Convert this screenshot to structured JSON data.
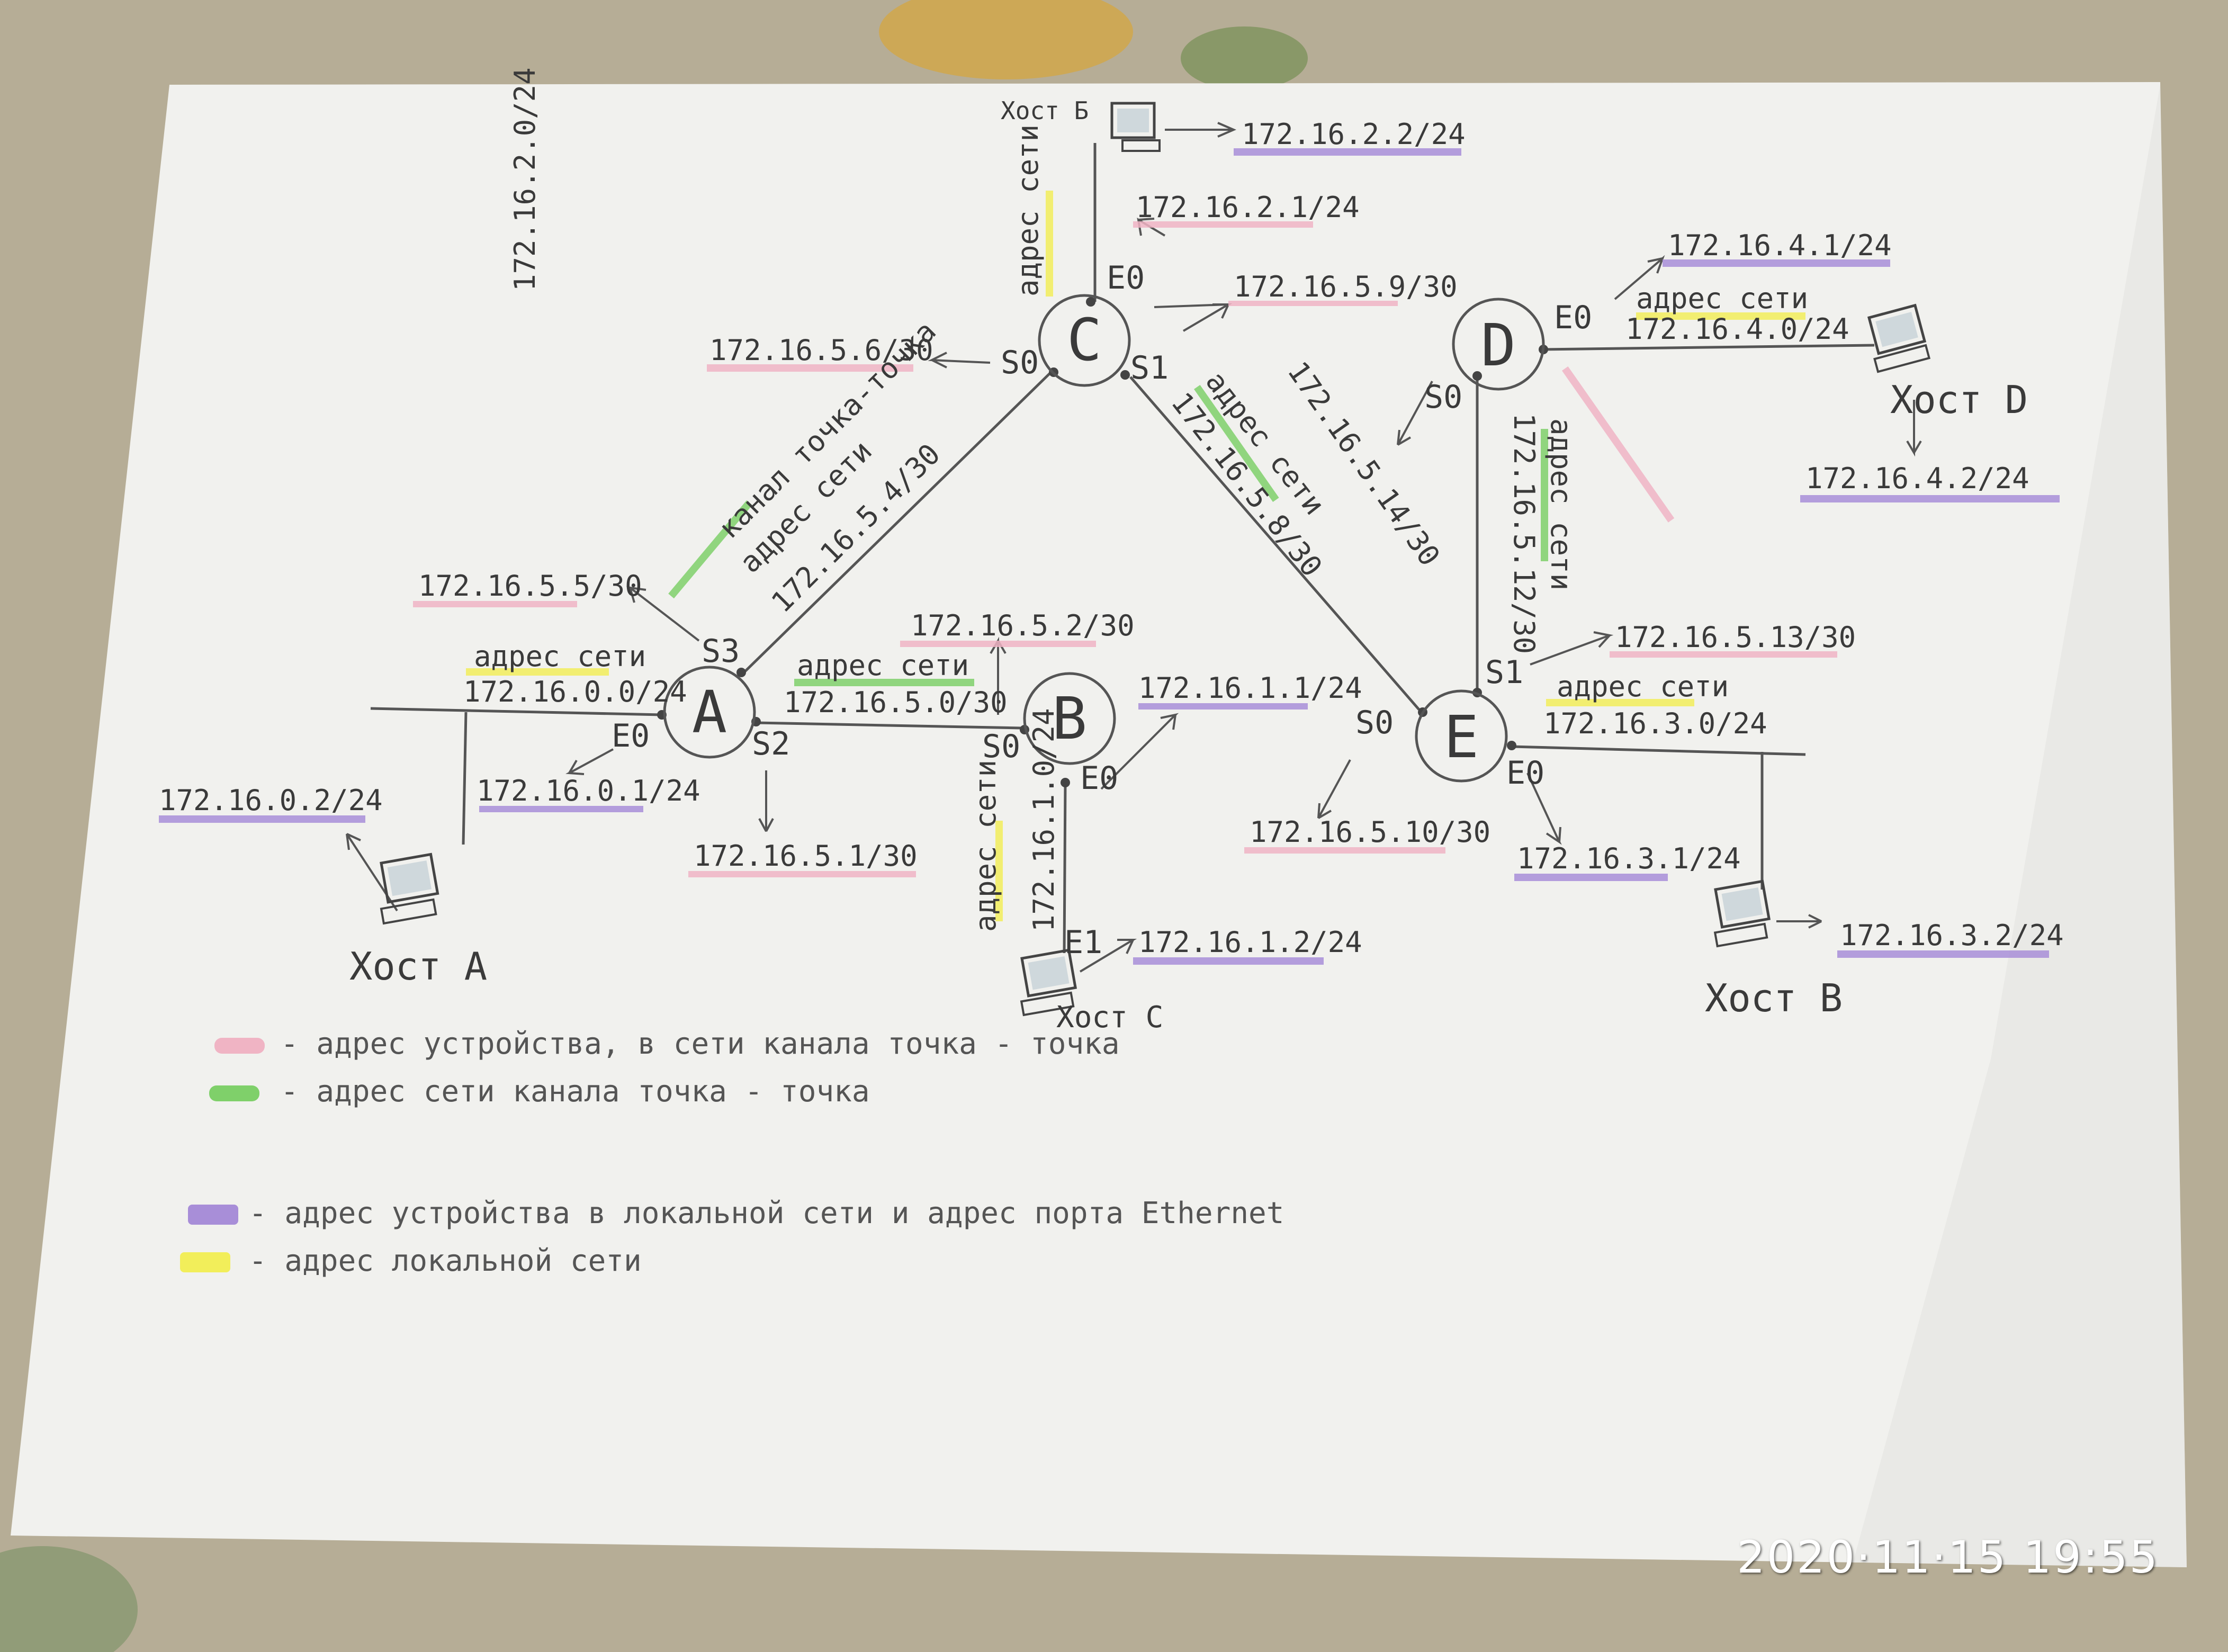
{
  "diagram": {
    "routers": {
      "a": "A",
      "b": "B",
      "c": "C",
      "d": "D",
      "e": "E"
    },
    "hosts": {
      "a": "Хост A",
      "b": "Хост B",
      "c": "Хост C",
      "d": "Хост D",
      "e": "Хост Б"
    },
    "ports": {
      "c_e0": "E0",
      "c_s0": "S0",
      "c_s1": "S1",
      "d_e0": "E0",
      "d_s0": "S0",
      "a_s3": "S3",
      "a_e0": "E0",
      "a_s2": "S2",
      "b_s0": "S0",
      "b_e0": "E0",
      "b_e1": "E1",
      "e_s1": "S1",
      "e_s0": "S0",
      "e_e0": "E0"
    },
    "labels": {
      "host_b2_ip": "172.16.2.2/24",
      "net_c_e0": "172.16.2.0/24",
      "c_e0_ip": "172.16.2.1/24",
      "c_s1_ip": "172.16.5.9/30",
      "c_s0_ip": "172.16.5.6/30",
      "d_e0_ip": "172.16.4.1/24",
      "net_d_e0": "172.16.4.0/24",
      "host_d_ip": "172.16.4.2/24",
      "d_s0_ip": "172.16.5.14/30",
      "net_ce": "172.16.5.8/30",
      "net_de": "172.16.5.12/30",
      "net_ac": "172.16.5.4/30",
      "a_s3_ip": "172.16.5.5/30",
      "b_s0_ip": "172.16.5.2/30",
      "net_ab": "172.16.5.0/30",
      "net_a_e0": "172.16.0.0/24",
      "a_e0_ip": "172.16.0.1/24",
      "host_a_ip": "172.16.0.2/24",
      "a_s2_ip": "172.16.5.1/30",
      "b_e0_ip": "172.16.1.1/24",
      "net_b_e1": "172.16.1.0/24",
      "host_c_ip": "172.16.1.2/24",
      "e_s1_ip": "172.16.5.13/30",
      "net_e_e0": "172.16.3.0/24",
      "e_s0_ip": "172.16.5.10/30",
      "e_e0_ip": "172.16.3.1/24",
      "host_b_ip": "172.16.3.2/24",
      "net_word": "адрес сети",
      "channel_note": "канал точка-точка"
    },
    "legend": [
      {
        "color": "#f0b4c4",
        "text": "- адрес устройства, в сети канала точка - точка"
      },
      {
        "color": "#7fd06a",
        "text": "- адрес сети канала точка - точка"
      },
      {
        "color": "#a88ed8",
        "text": "- адрес устройства в локальной сети и адрес порта Ethernet"
      },
      {
        "color": "#f2ee5a",
        "text": "- адрес локальной сети"
      }
    ],
    "colors": {
      "device_p2p": "#f0b4c4",
      "network_p2p": "#7fd06a",
      "device_lan": "#a88ed8",
      "network_lan": "#f2ee5a"
    }
  },
  "photo": {
    "timestamp": "2020·11·15  19:55"
  }
}
